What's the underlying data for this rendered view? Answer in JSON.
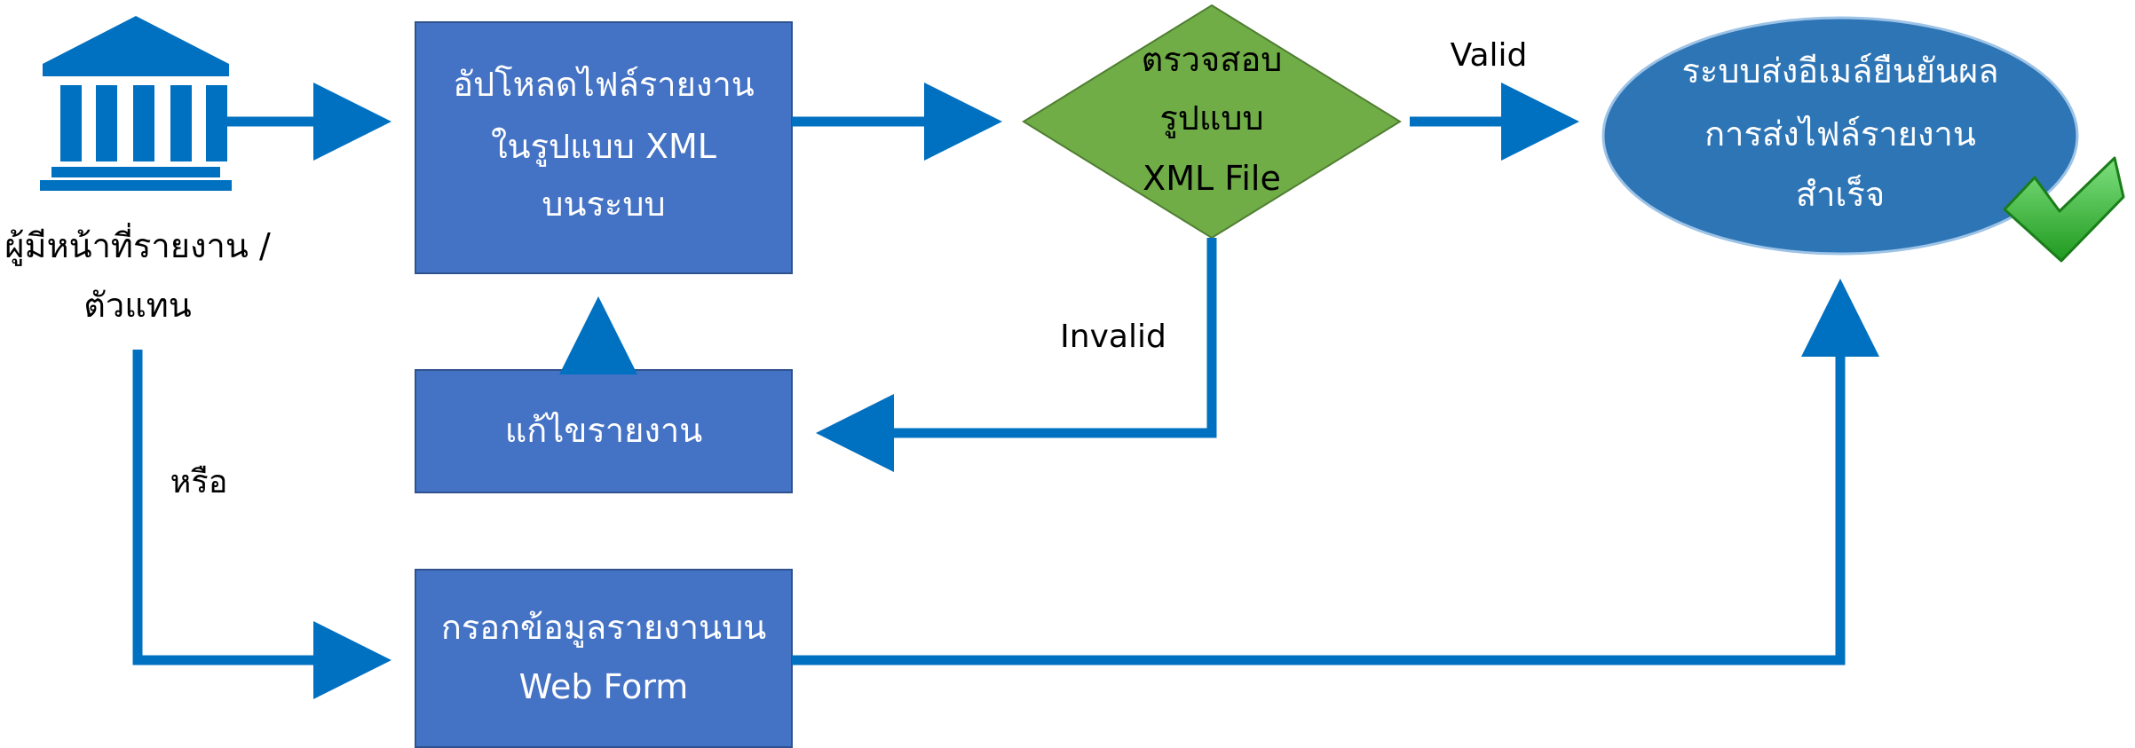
{
  "actor": {
    "icon": "government-building-icon",
    "label_lines": [
      "ผู้มีหน้าที่รายงาน /",
      "ตัวแทน"
    ]
  },
  "nodes": {
    "upload": {
      "lines": [
        "อัปโหลดไฟล์รายงาน",
        "ในรูปแบบ XML",
        "บนระบบ"
      ]
    },
    "check": {
      "lines": [
        "ตรวจสอบ",
        "รูปแบบ",
        "XML File"
      ]
    },
    "success": {
      "lines": [
        "ระบบส่งอีเมล์ยืนยันผล",
        "การส่งไฟล์รายงาน",
        "สำเร็จ"
      ],
      "icon": "checkmark-icon"
    },
    "fix": {
      "lines": [
        "แก้ไขรายงาน"
      ]
    },
    "webform": {
      "lines": [
        "กรอกข้อมูลรายงานบน",
        "Web Form"
      ]
    }
  },
  "edge_labels": {
    "valid": "Valid",
    "invalid": "Invalid",
    "or": "หรือ"
  },
  "colors": {
    "box_fill": "#4472c4",
    "box_stroke": "#2f528f",
    "diamond_fill": "#70ad47",
    "diamond_stroke": "#507e32",
    "ellipse_fill": "#2e75b6",
    "ellipse_stroke": "#9dc3e6",
    "arrow": "#0070c0",
    "check_green": "#2db82d"
  }
}
